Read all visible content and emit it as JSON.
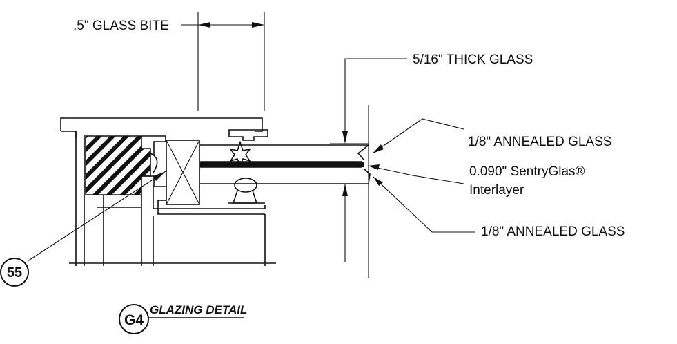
{
  "labels": {
    "glass_bite": ".5\" GLASS BITE",
    "thick_glass": "5/16\" THICK GLASS",
    "annealed_top": "1/8\" ANNEALED GLASS",
    "interlayer_line1": "0.090\" SentryGlas®",
    "interlayer_line2": "Interlayer",
    "annealed_bottom": "1/8\" ANNEALED GLASS"
  },
  "callout": {
    "tag": "55"
  },
  "detail": {
    "tag": "G4",
    "title": "GLAZING DETAIL"
  }
}
